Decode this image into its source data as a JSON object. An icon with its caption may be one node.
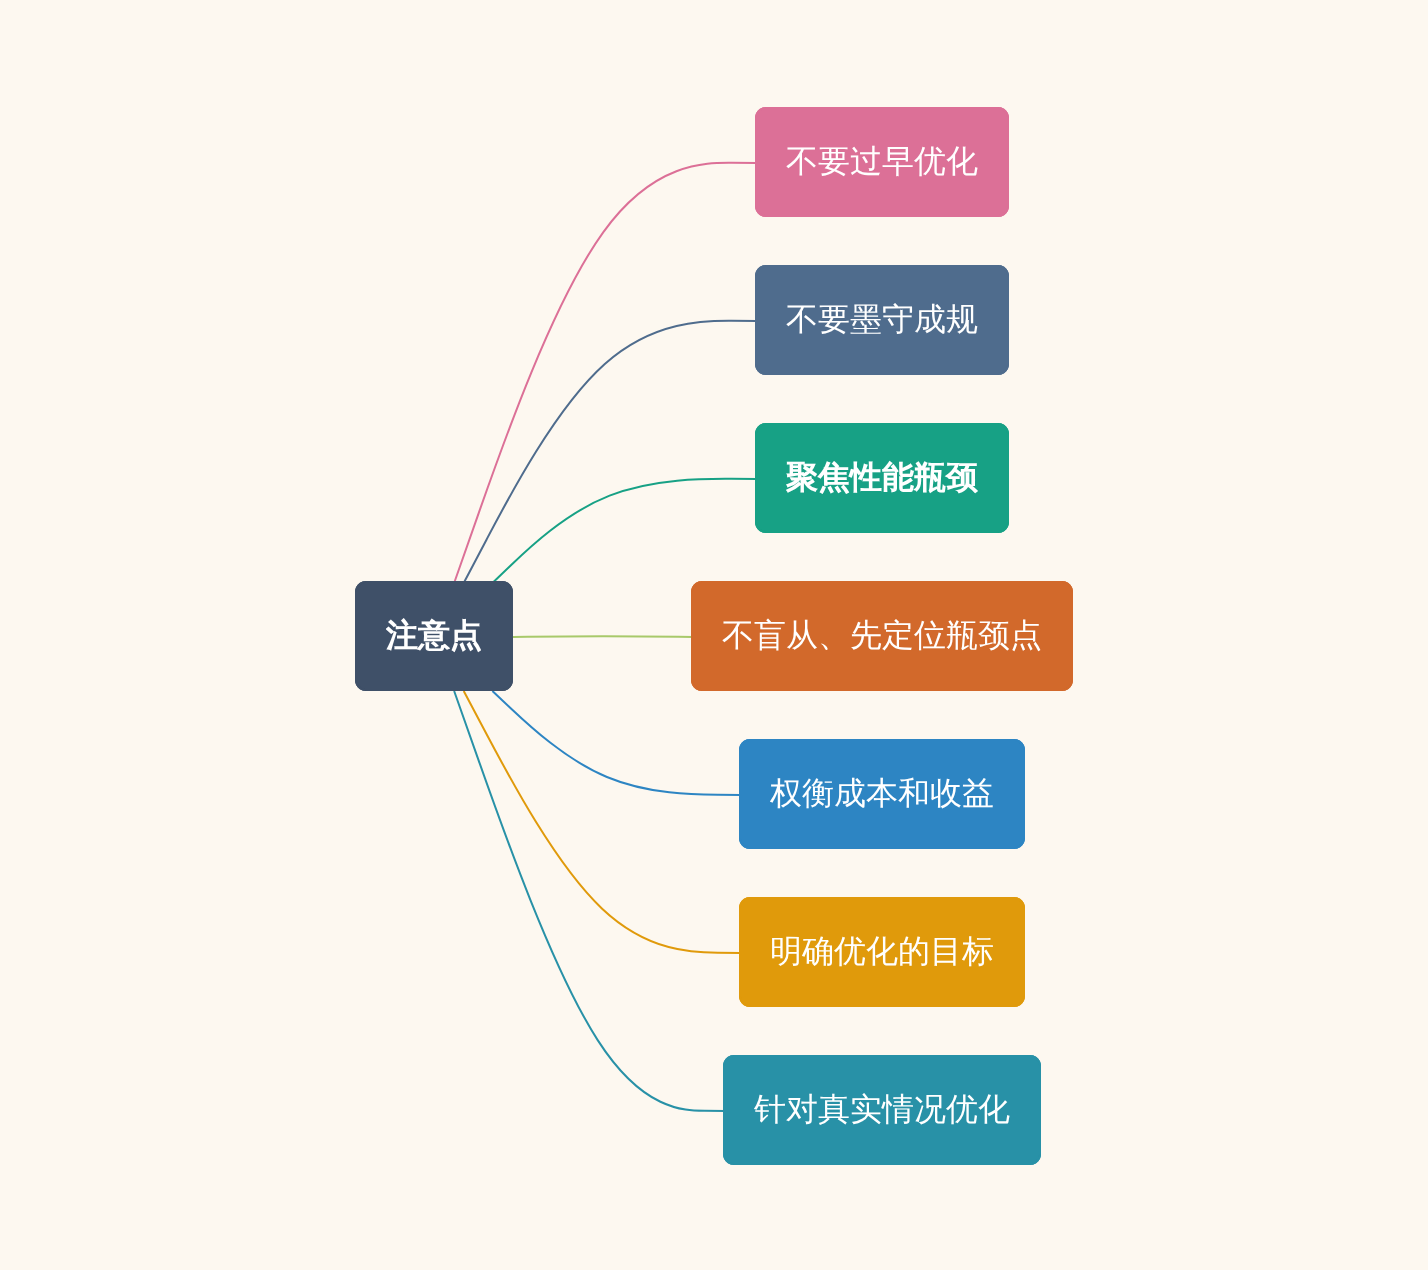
{
  "diagram": {
    "nodes": [
      {
        "text": [
          "注意点"
        ]
      },
      {
        "text": [
          "不要过早优化"
        ]
      },
      {
        "text": [
          "不要墨守成规"
        ]
      },
      {
        "text": [
          "聚焦性能瓶颈"
        ]
      },
      {
        "text": [
          "不盲从、先定位瓶颈点"
        ]
      },
      {
        "text": [
          "权衡成本和收益"
        ]
      },
      {
        "text": [
          "明确优化的目标"
        ]
      },
      {
        "text": [
          "针对真实情况优化"
        ]
      }
    ],
    "edges": [
      {
        "from": 0,
        "to": 1,
        "arrow": "none",
        "color": "#dc7097"
      },
      {
        "from": 0,
        "to": 2,
        "arrow": "none",
        "color": "#4f6c8d"
      },
      {
        "from": 0,
        "to": 3,
        "arrow": "none",
        "color": "#17a185"
      },
      {
        "from": 0,
        "to": 4,
        "arrow": "none",
        "color": "#a8c96a"
      },
      {
        "from": 0,
        "to": 5,
        "arrow": "none",
        "color": "#2d85c3"
      },
      {
        "from": 0,
        "to": 6,
        "arrow": "none",
        "color": "#e09a0b"
      },
      {
        "from": 0,
        "to": 7,
        "arrow": "none",
        "color": "#2891a7"
      }
    ]
  }
}
